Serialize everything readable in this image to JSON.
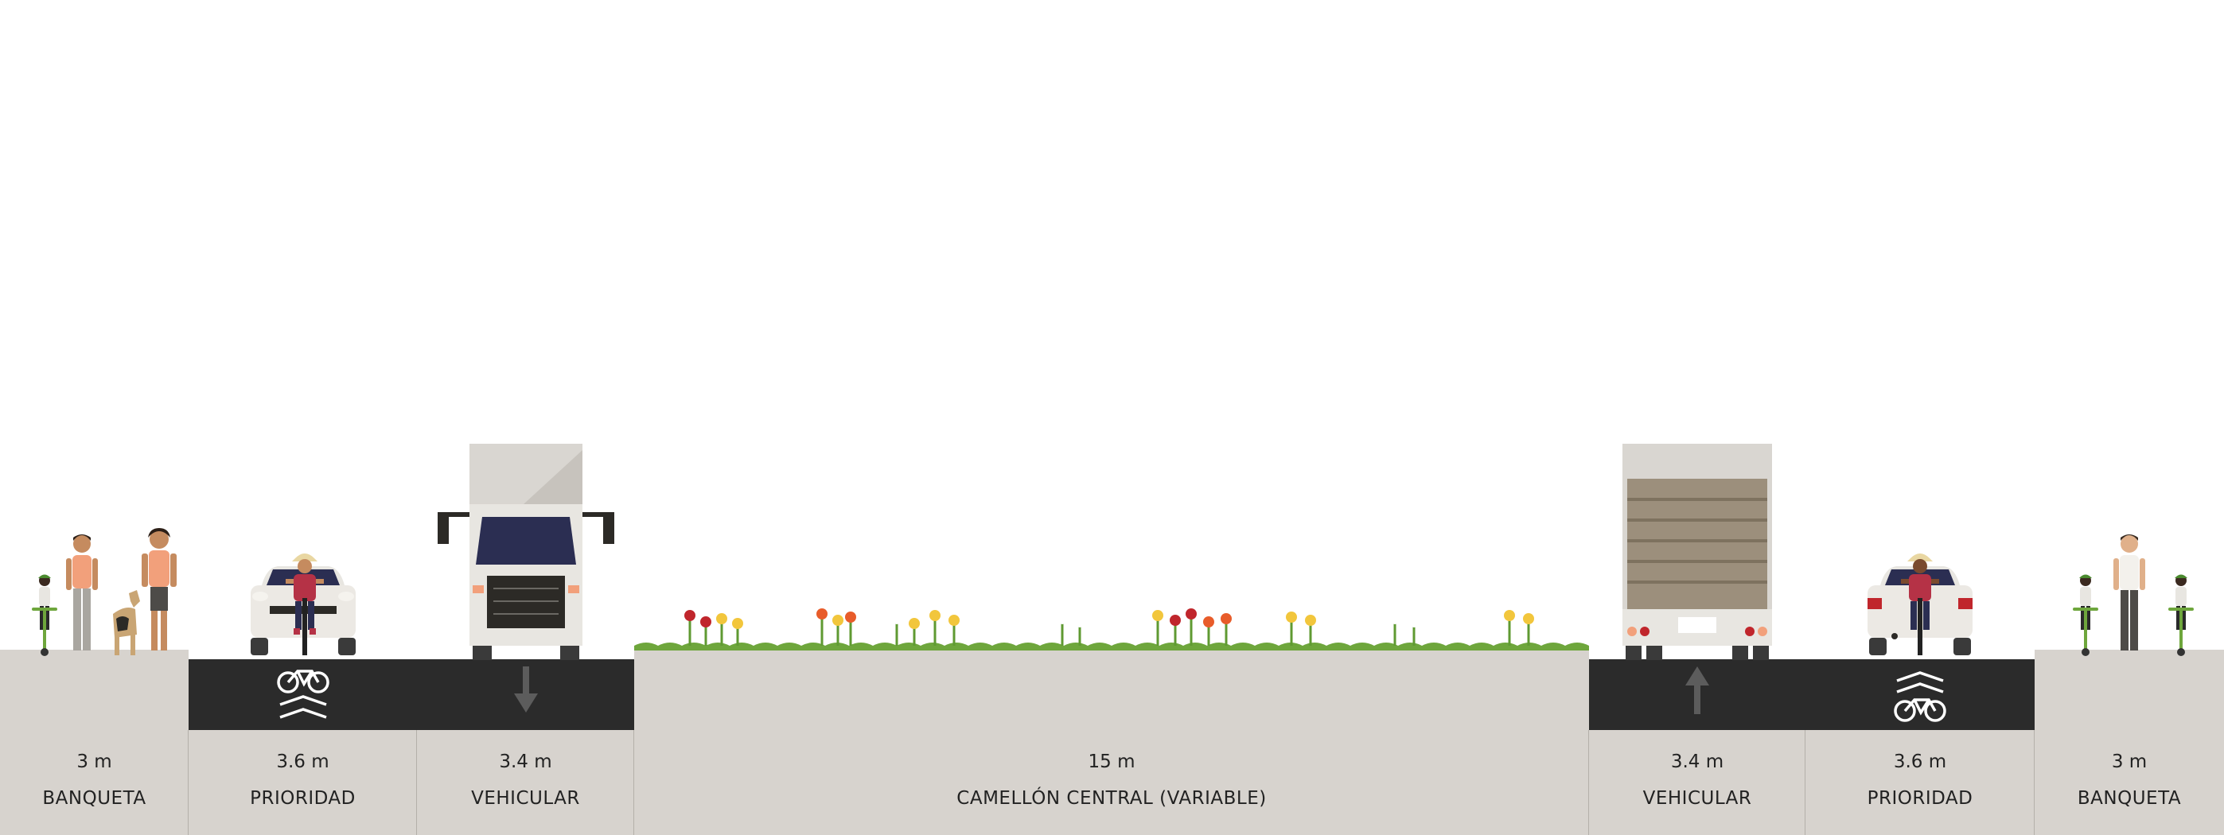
{
  "colors": {
    "sidewalk": "#d7d3ce",
    "asphalt": "#2b2b2b",
    "median_grass": "#6ea63c",
    "truck_body": "#e8e6e1",
    "cargo_brown": "#9c8f7c"
  },
  "segments": [
    {
      "id": "banqueta-left",
      "width_label": "3 m",
      "name": "BANQUETA",
      "type": "sidewalk"
    },
    {
      "id": "prioridad-left",
      "width_label": "3.6 m",
      "name": "PRIORIDAD",
      "type": "priority-lane",
      "marking": "shared-bike-chevrons-icon"
    },
    {
      "id": "vehicular-left",
      "width_label": "3.4 m",
      "name": "VEHICULAR",
      "type": "drive-lane",
      "marking": "arrow-down-icon"
    },
    {
      "id": "camellon",
      "width_label": "15 m",
      "name": "CAMELLÓN CENTRAL (VARIABLE)",
      "type": "median"
    },
    {
      "id": "vehicular-right",
      "width_label": "3.4 m",
      "name": "VEHICULAR",
      "type": "drive-lane",
      "marking": "arrow-up-icon"
    },
    {
      "id": "prioridad-right",
      "width_label": "3.6 m",
      "name": "PRIORIDAD",
      "type": "priority-lane",
      "marking": "shared-bike-chevrons-icon"
    },
    {
      "id": "banqueta-right",
      "width_label": "3 m",
      "name": "BANQUETA",
      "type": "sidewalk"
    }
  ]
}
